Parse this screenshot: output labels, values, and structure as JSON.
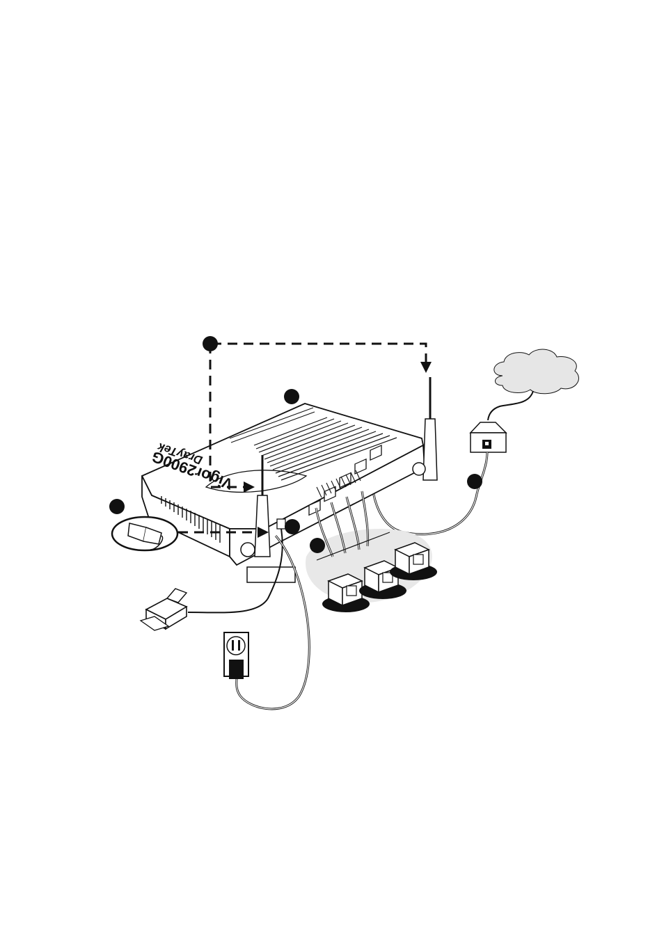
{
  "router": {
    "brand": "DrayTek",
    "model": "Vigor2900G"
  },
  "colors": {
    "ink": "#111111",
    "cloud_fill": "#e6e6e6",
    "shadow_fill": "#e8e8e8"
  },
  "callouts": [
    {
      "id": "antenna-link",
      "style": "dashed-arrow"
    },
    {
      "id": "router-body"
    },
    {
      "id": "power-plug"
    },
    {
      "id": "printer-port"
    },
    {
      "id": "lan-cables"
    },
    {
      "id": "wan-modem"
    }
  ]
}
